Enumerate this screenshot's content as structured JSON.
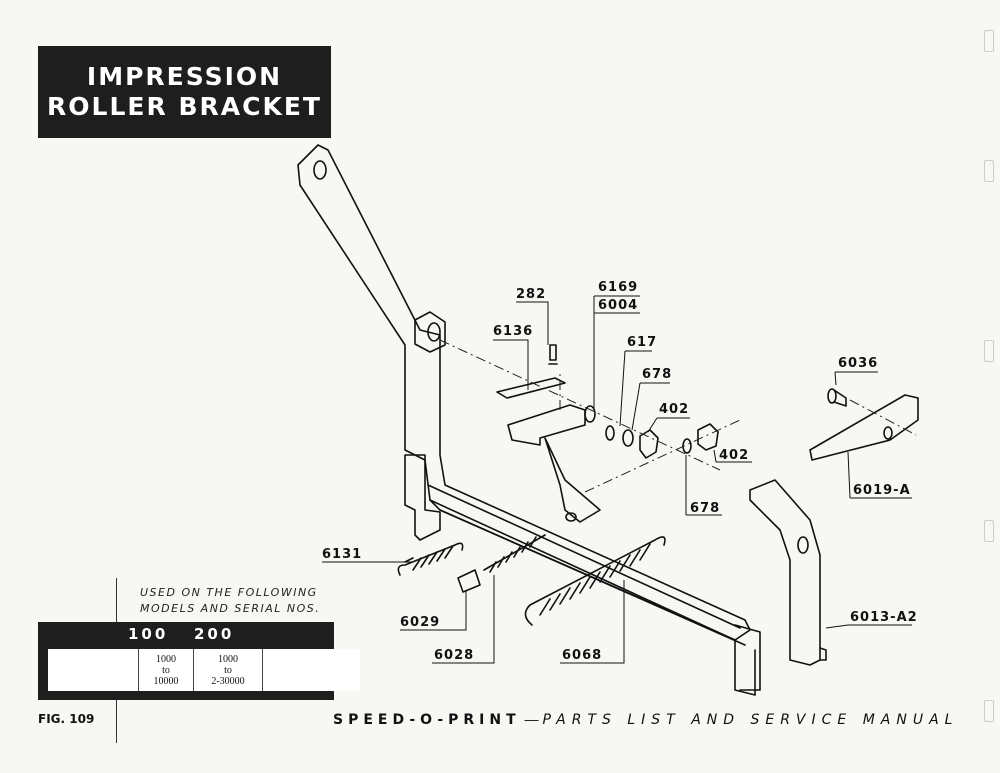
{
  "title": {
    "line1": "IMPRESSION",
    "line2": "ROLLER BRACKET"
  },
  "part_labels": {
    "p282": "282",
    "p6169": "6169",
    "p6004": "6004",
    "p6136": "6136",
    "p617": "617",
    "p678a": "678",
    "p402a": "402",
    "p402b": "402",
    "p678b": "678",
    "p6036": "6036",
    "p6019a": "6019-A",
    "p6131": "6131",
    "p6029": "6029",
    "p6028": "6028",
    "p6068": "6068",
    "p6013a2": "6013-A2"
  },
  "models": {
    "caption_line1": "USED ON THE FOLLOWING",
    "caption_line2": "MODELS AND SERIAL NOS.",
    "headers": [
      "100",
      "200"
    ],
    "col1": {
      "from": "1000",
      "to": "to",
      "end": "10000"
    },
    "col2": {
      "from": "1000",
      "to": "to",
      "end": "2-30000"
    }
  },
  "figure": "FIG. 109",
  "footer": {
    "brand": "SPEED-O-PRINT",
    "dash": "—",
    "subtitle": "PARTS LIST AND SERVICE MANUAL"
  }
}
